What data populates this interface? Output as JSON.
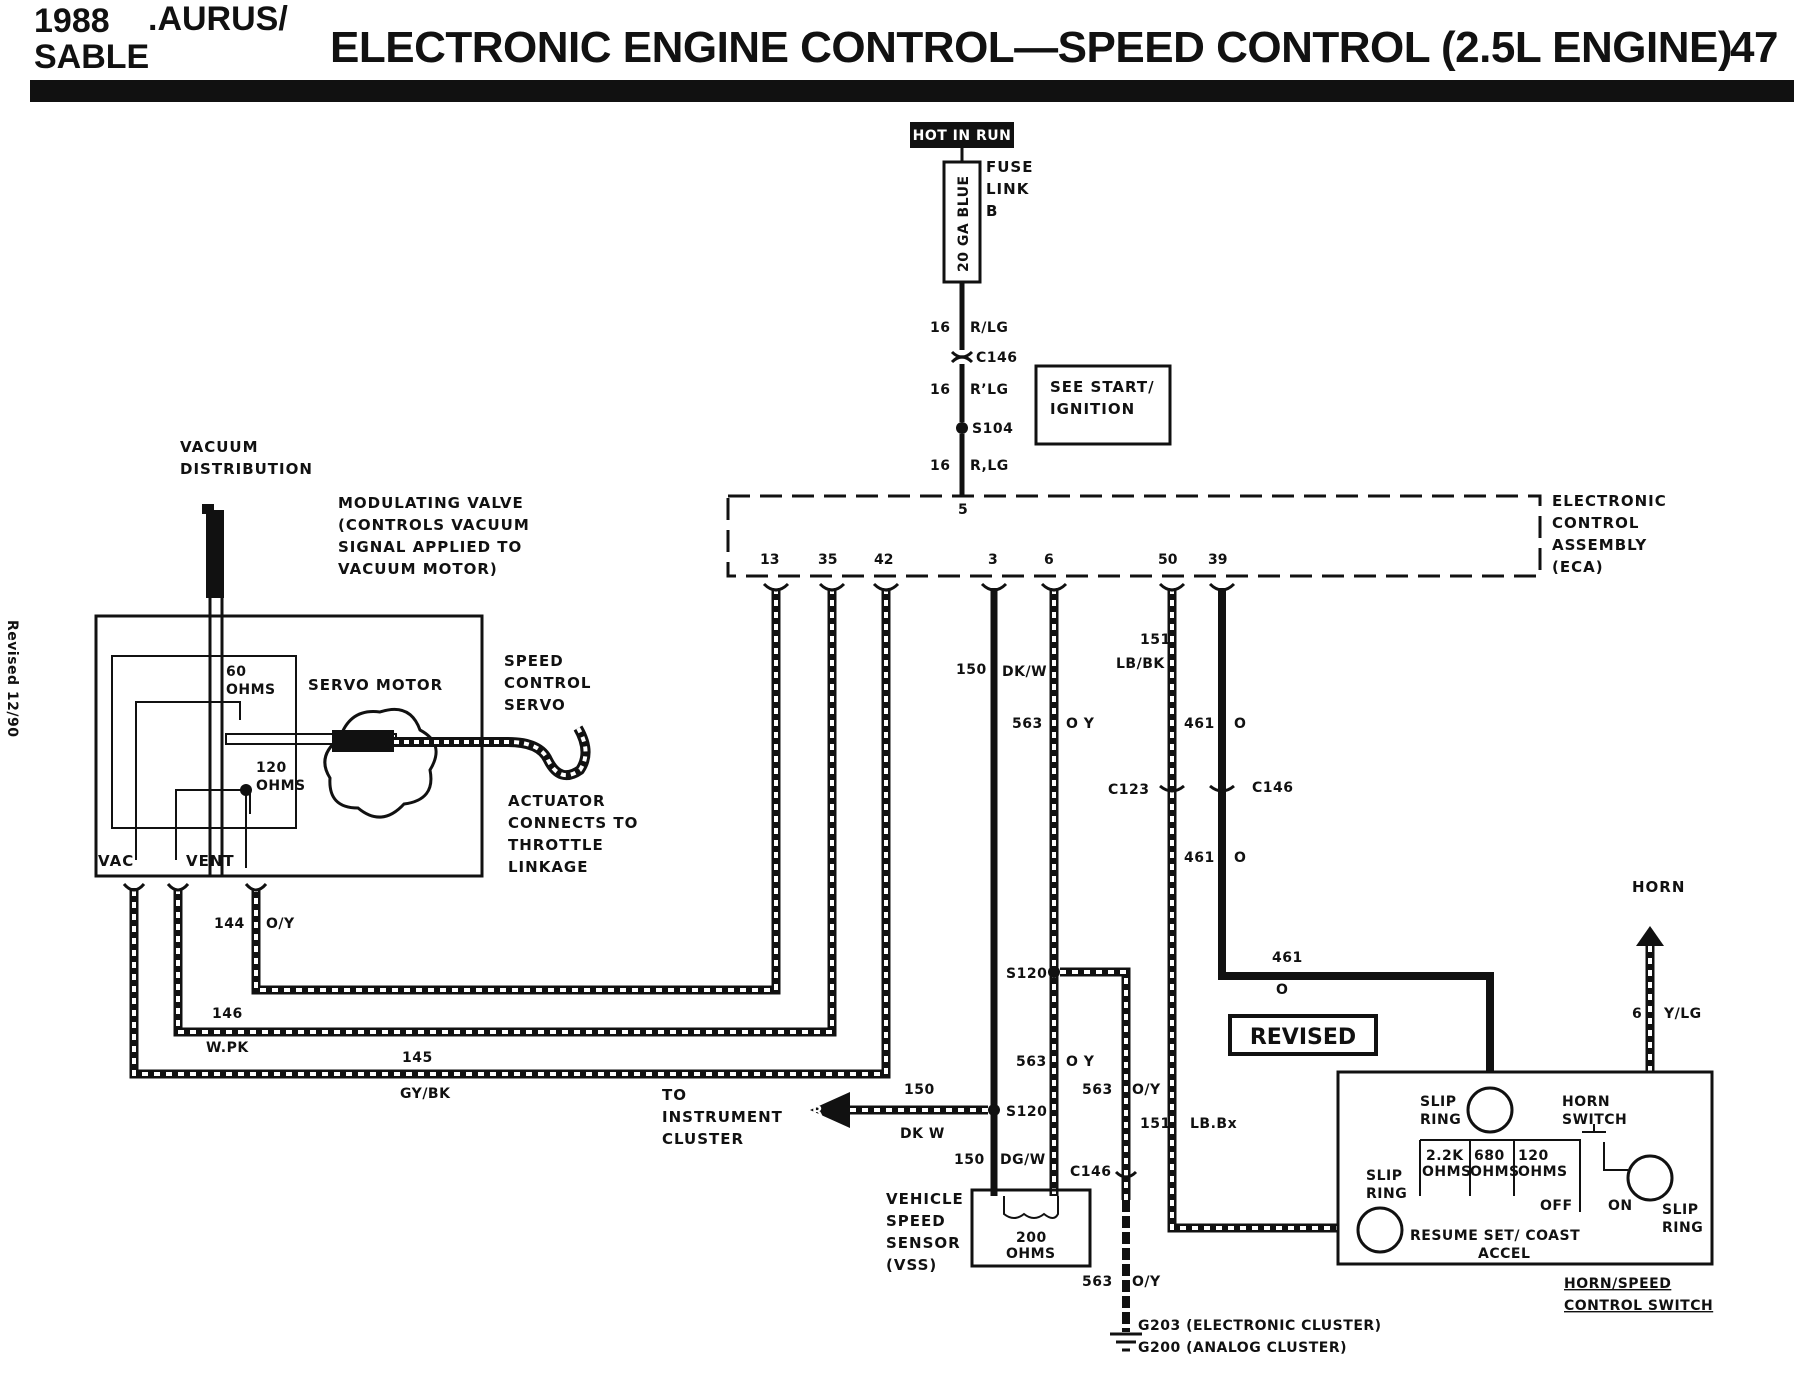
{
  "header": {
    "model_year": "1988",
    "model_line1": ".AURUS/",
    "model_line2": "SABLE",
    "title": "ELECTRONIC ENGINE CONTROL—SPEED CONTROL (2.5L ENGINE)",
    "page_number": "47"
  },
  "side_note": "Revised 12/90",
  "power": {
    "hot_in_run": "HOT IN RUN",
    "fuse_link_rating": "20 GA BLUE",
    "fuse_link_label": [
      "FUSE",
      "LINK",
      "B"
    ]
  },
  "feed_circuit": {
    "gauge": "16",
    "color": "R/LG",
    "color_mid": "R’LG",
    "color_low": "R,LG",
    "connector": "C146",
    "splice": "S104"
  },
  "see_ref": [
    "SEE START/",
    "IGNITION"
  ],
  "eca": {
    "label": [
      "ELECTRONIC",
      "CONTROL",
      "ASSEMBLY",
      "(ECA)"
    ],
    "top_pin": "5",
    "pins": [
      "13",
      "35",
      "42",
      "3",
      "6",
      "50",
      "39"
    ]
  },
  "vacuum": {
    "distribution": [
      "VACUUM",
      "DISTRIBUTION"
    ],
    "modulating_valve": [
      "MODULATING VALVE",
      "(CONTROLS VACUUM",
      "SIGNAL APPLIED TO",
      "VACUUM MOTOR)"
    ],
    "servo_motor": "SERVO MOTOR",
    "res60": [
      "60",
      "OHMS"
    ],
    "res120": [
      "120",
      "OHMS"
    ],
    "speed_control_servo": [
      "SPEED",
      "CONTROL",
      "SERVO"
    ],
    "actuator": [
      "ACTUATOR",
      "CONNECTS TO",
      "THROTTLE",
      "LINKAGE"
    ],
    "vac": "VAC",
    "vent": "VENT"
  },
  "servo_wires": {
    "w144": "144",
    "w144_color": "O/Y",
    "w146": "146",
    "w146_color": "W.PK",
    "w145": "145",
    "w145_color": "GY/BK"
  },
  "middle": {
    "w150": "150",
    "w150_color": "DK/W",
    "w563": "563",
    "w563_color": "O Y",
    "s120": "S120",
    "to_cluster": [
      "TO",
      "INSTRUMENT",
      "CLUSTER"
    ],
    "r_symbol": "R",
    "dk_w": "DK W",
    "w150_vss_color": "DG/W",
    "c146": "C146",
    "w563_c": "O/Y",
    "vss": [
      "VEHICLE",
      "SPEED",
      "SENSOR",
      "(VSS)"
    ],
    "vss_res": [
      "200",
      "OHMS"
    ],
    "g203": "G203 (ELECTRONIC CLUSTER)",
    "g200": "G200 (ANALOG CLUSTER)"
  },
  "right": {
    "w151": "151",
    "w151_color": "LB/BK",
    "w461": "461",
    "w461_color": "O",
    "c123": "C123",
    "c146": "C146",
    "w151_low_color": "LB.Bx",
    "revised": "REVISED",
    "horn": "HORN",
    "horn_wire": "6",
    "horn_color": "Y/LG"
  },
  "switch": {
    "slip_ring": [
      "SLIP",
      "RING"
    ],
    "horn_switch": [
      "HORN",
      "SWITCH"
    ],
    "r22k": [
      "2.2K",
      "OHMS"
    ],
    "r680": [
      "680",
      "OHMS"
    ],
    "r120": [
      "120",
      "OHMS"
    ],
    "off": "OFF",
    "on": "ON",
    "modes": "RESUME  SET/  COAST",
    "accel": "ACCEL",
    "title": [
      "HORN/SPEED",
      "CONTROL SWITCH"
    ]
  }
}
